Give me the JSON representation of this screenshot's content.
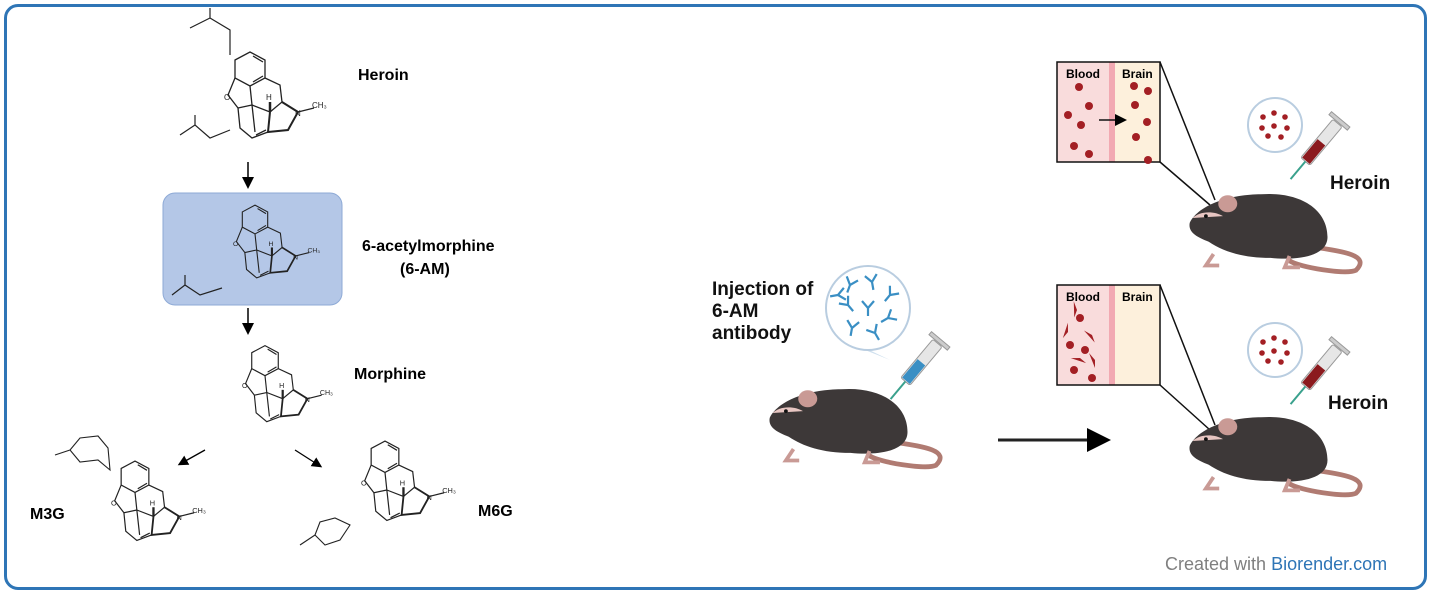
{
  "molecules": {
    "heroin": "Heroin",
    "six_am_line1": "6-acetylmorphine",
    "six_am_line2": "(6-AM)",
    "morphine": "Morphine",
    "m3g": "M3G",
    "m6g": "M6G"
  },
  "experiment": {
    "injection_line1": "Injection of",
    "injection_line2": "6-AM",
    "injection_line3": "antibody",
    "top_panel": {
      "blood": "Blood",
      "brain": "Brain",
      "drug": "Heroin"
    },
    "bottom_panel": {
      "blood": "Blood",
      "brain": "Brain",
      "drug": "Heroin"
    }
  },
  "credit": {
    "prefix": "Created with ",
    "brand": "Biorender.com"
  },
  "colors": {
    "frame": "#2e75b6",
    "highlight_box": "#b4c7e7",
    "blood": "#f9dcdc",
    "brain": "#fdf0dc",
    "drug_particle": "#a31f24",
    "antibody": "#3a8fc4",
    "mouse": "#3d3838",
    "tail": "#b07b72"
  }
}
